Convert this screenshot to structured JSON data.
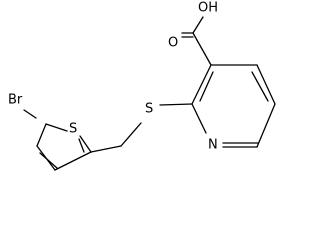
{
  "molecule": {
    "atom_labels": {
      "bromine": "Br",
      "thiophene_sulfur": "S",
      "thioether_sulfur": "S",
      "pyridine_nitrogen": "N",
      "hydroxyl": "OH",
      "carbonyl_oxygen": "O"
    },
    "colors": {
      "bond": "#000000",
      "label": "#000000",
      "background": "#ffffff"
    }
  }
}
